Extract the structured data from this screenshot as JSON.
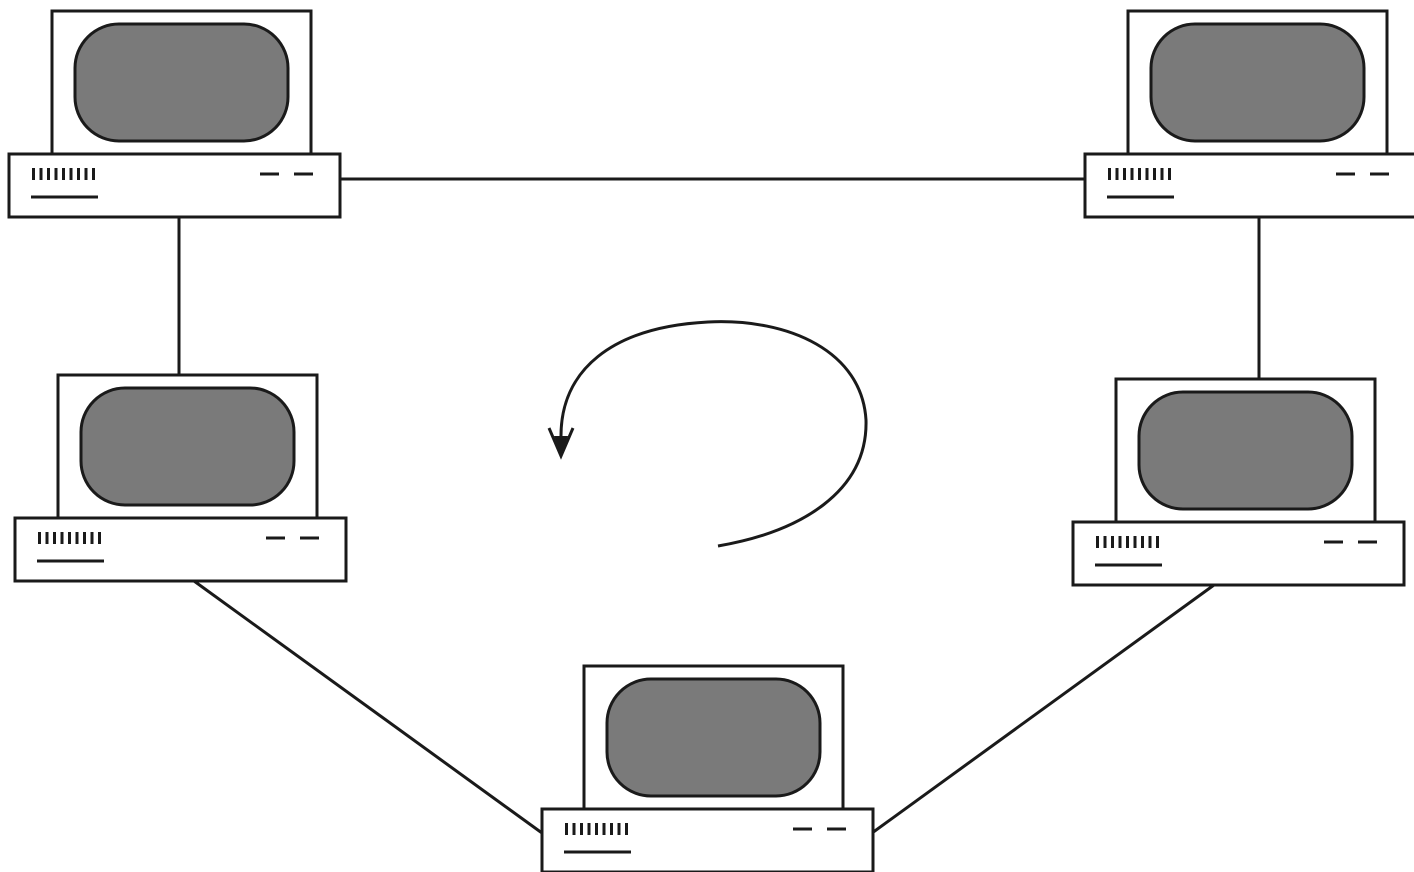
{
  "diagram": {
    "type": "ring-network-topology",
    "node_count": 5,
    "nodes": [
      {
        "id": "top-left",
        "icon": "computer-terminal-icon"
      },
      {
        "id": "top-right",
        "icon": "computer-terminal-icon"
      },
      {
        "id": "middle-left",
        "icon": "computer-terminal-icon"
      },
      {
        "id": "middle-right",
        "icon": "computer-terminal-icon"
      },
      {
        "id": "bottom",
        "icon": "computer-terminal-icon"
      }
    ],
    "connections": [
      [
        "top-left",
        "top-right"
      ],
      [
        "top-left",
        "middle-left"
      ],
      [
        "top-right",
        "middle-right"
      ],
      [
        "middle-left",
        "bottom"
      ],
      [
        "middle-right",
        "bottom"
      ]
    ],
    "flow_direction": "counterclockwise",
    "flow_icon": "circular-arrow-icon",
    "colors": {
      "background": "#ffffff",
      "outline": "#1a1a1a",
      "screen": "#7a7a7a"
    }
  }
}
